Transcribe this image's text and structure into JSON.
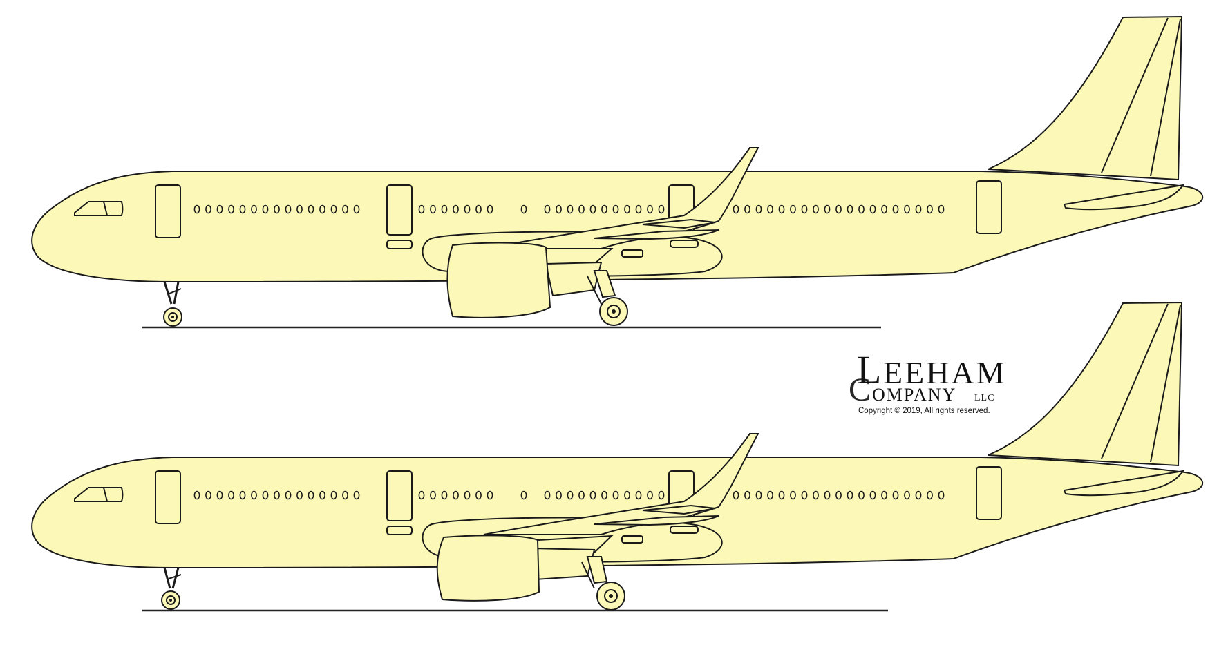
{
  "logo": {
    "line1": "LEEHAM",
    "line2": "COMPANY",
    "suffix": "LLC",
    "copyright": "Copyright © 2019, All rights reserved."
  },
  "colors": {
    "fuselage_fill": "#fcf9b8",
    "outline": "#1a1a1a",
    "ground": "#222222",
    "logo_text": "#111111"
  },
  "aircraft": [
    {
      "id": "upper",
      "gear": "long"
    },
    {
      "id": "lower",
      "gear": "short"
    }
  ]
}
